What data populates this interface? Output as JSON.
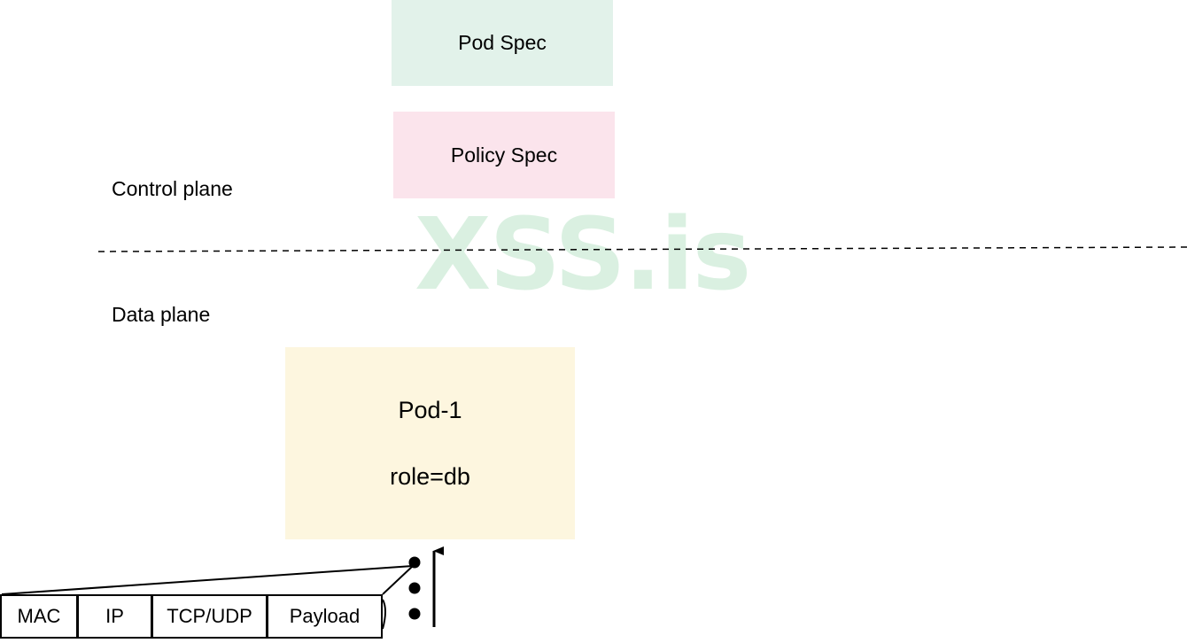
{
  "control_plane": {
    "label": "Control plane",
    "pod_spec": {
      "label": "Pod Spec",
      "color": "#e2f2ea"
    },
    "policy_spec": {
      "label": "Policy Spec",
      "color": "#fbe4ec"
    }
  },
  "data_plane": {
    "label": "Data plane",
    "pod": {
      "name": "Pod-1",
      "label": "role=db",
      "color": "#fdf6df"
    }
  },
  "packet": {
    "fields": [
      "MAC",
      "IP",
      "TCP/UDP",
      "Payload"
    ]
  },
  "watermark": {
    "text": "XSS.is",
    "color": "#bde5c9"
  },
  "colors": {
    "line": "#000000"
  }
}
